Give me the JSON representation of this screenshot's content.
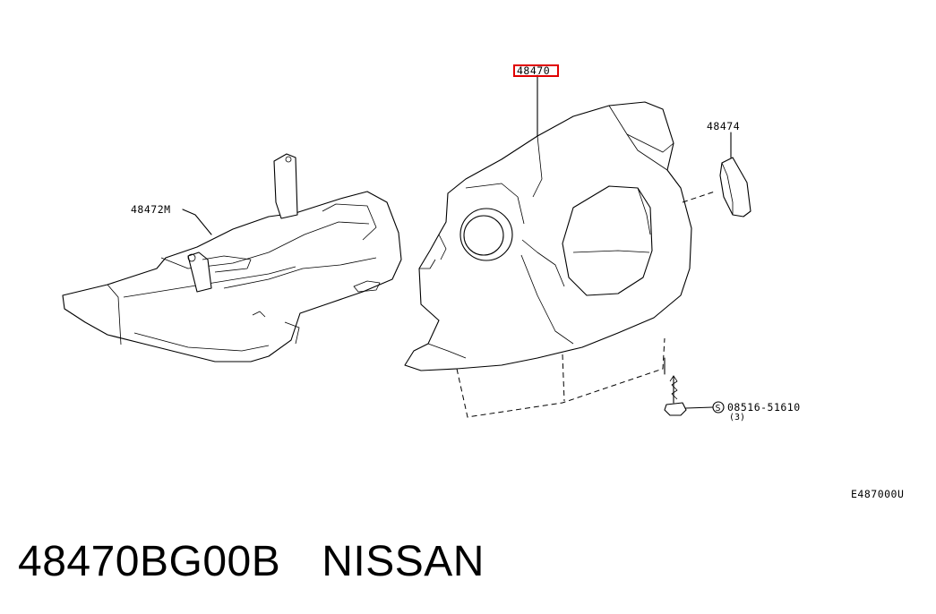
{
  "diagram": {
    "callouts": {
      "main_part": "48470",
      "right_part": "48474",
      "left_part": "48472M",
      "screw_part": "08516-51610",
      "screw_qty": "(3)",
      "screw_symbol": "S",
      "illustration_code": "E487000U"
    },
    "highlight_color": "#e00000"
  },
  "footer": {
    "part_number": "48470BG00B",
    "brand": "NISSAN"
  }
}
